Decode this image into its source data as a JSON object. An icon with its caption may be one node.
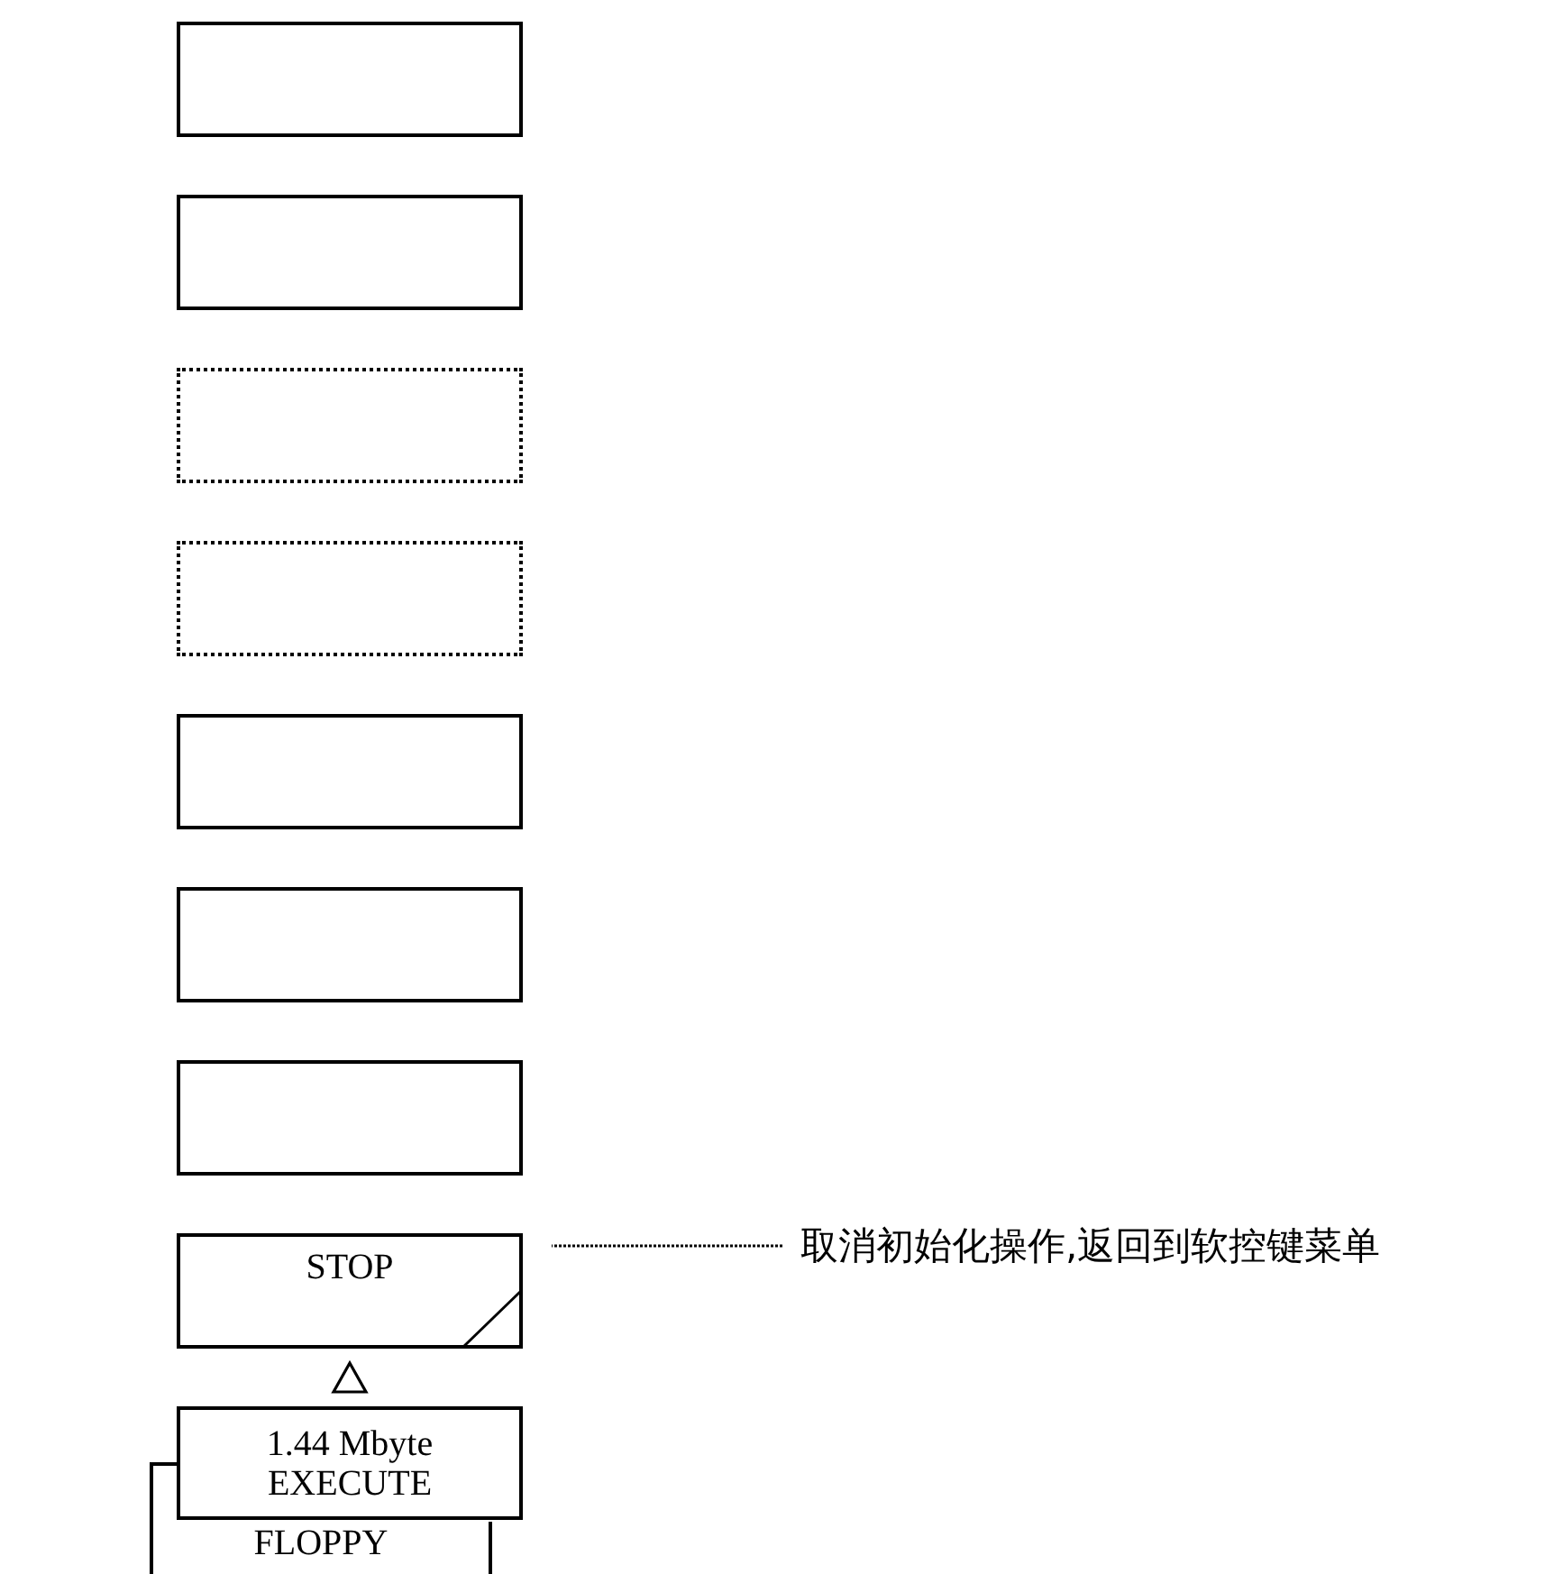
{
  "diagram": {
    "nodes": [
      {
        "text": [],
        "shape": "box"
      },
      {
        "text": [],
        "shape": "box"
      },
      {
        "text": [],
        "shape": "box"
      },
      {
        "text": [],
        "shape": "box"
      },
      {
        "text": [],
        "shape": "box"
      },
      {
        "text": [],
        "shape": "box"
      },
      {
        "text": [],
        "shape": "box"
      },
      {
        "text": [
          "STOP"
        ]
      },
      {
        "text": [
          "1.44 Mbyte EXECUTE"
        ]
      },
      {
        "text": [
          "FLOPPY"
        ]
      },
      {
        "text": [
          "取消初始化操作,返回到软控键菜单"
        ]
      }
    ],
    "edges": [
      {
        "from": 8,
        "to": 7,
        "arrow": "to"
      },
      {
        "from": 10,
        "to": 7,
        "arrow": "none",
        "style": "dashed"
      }
    ]
  }
}
